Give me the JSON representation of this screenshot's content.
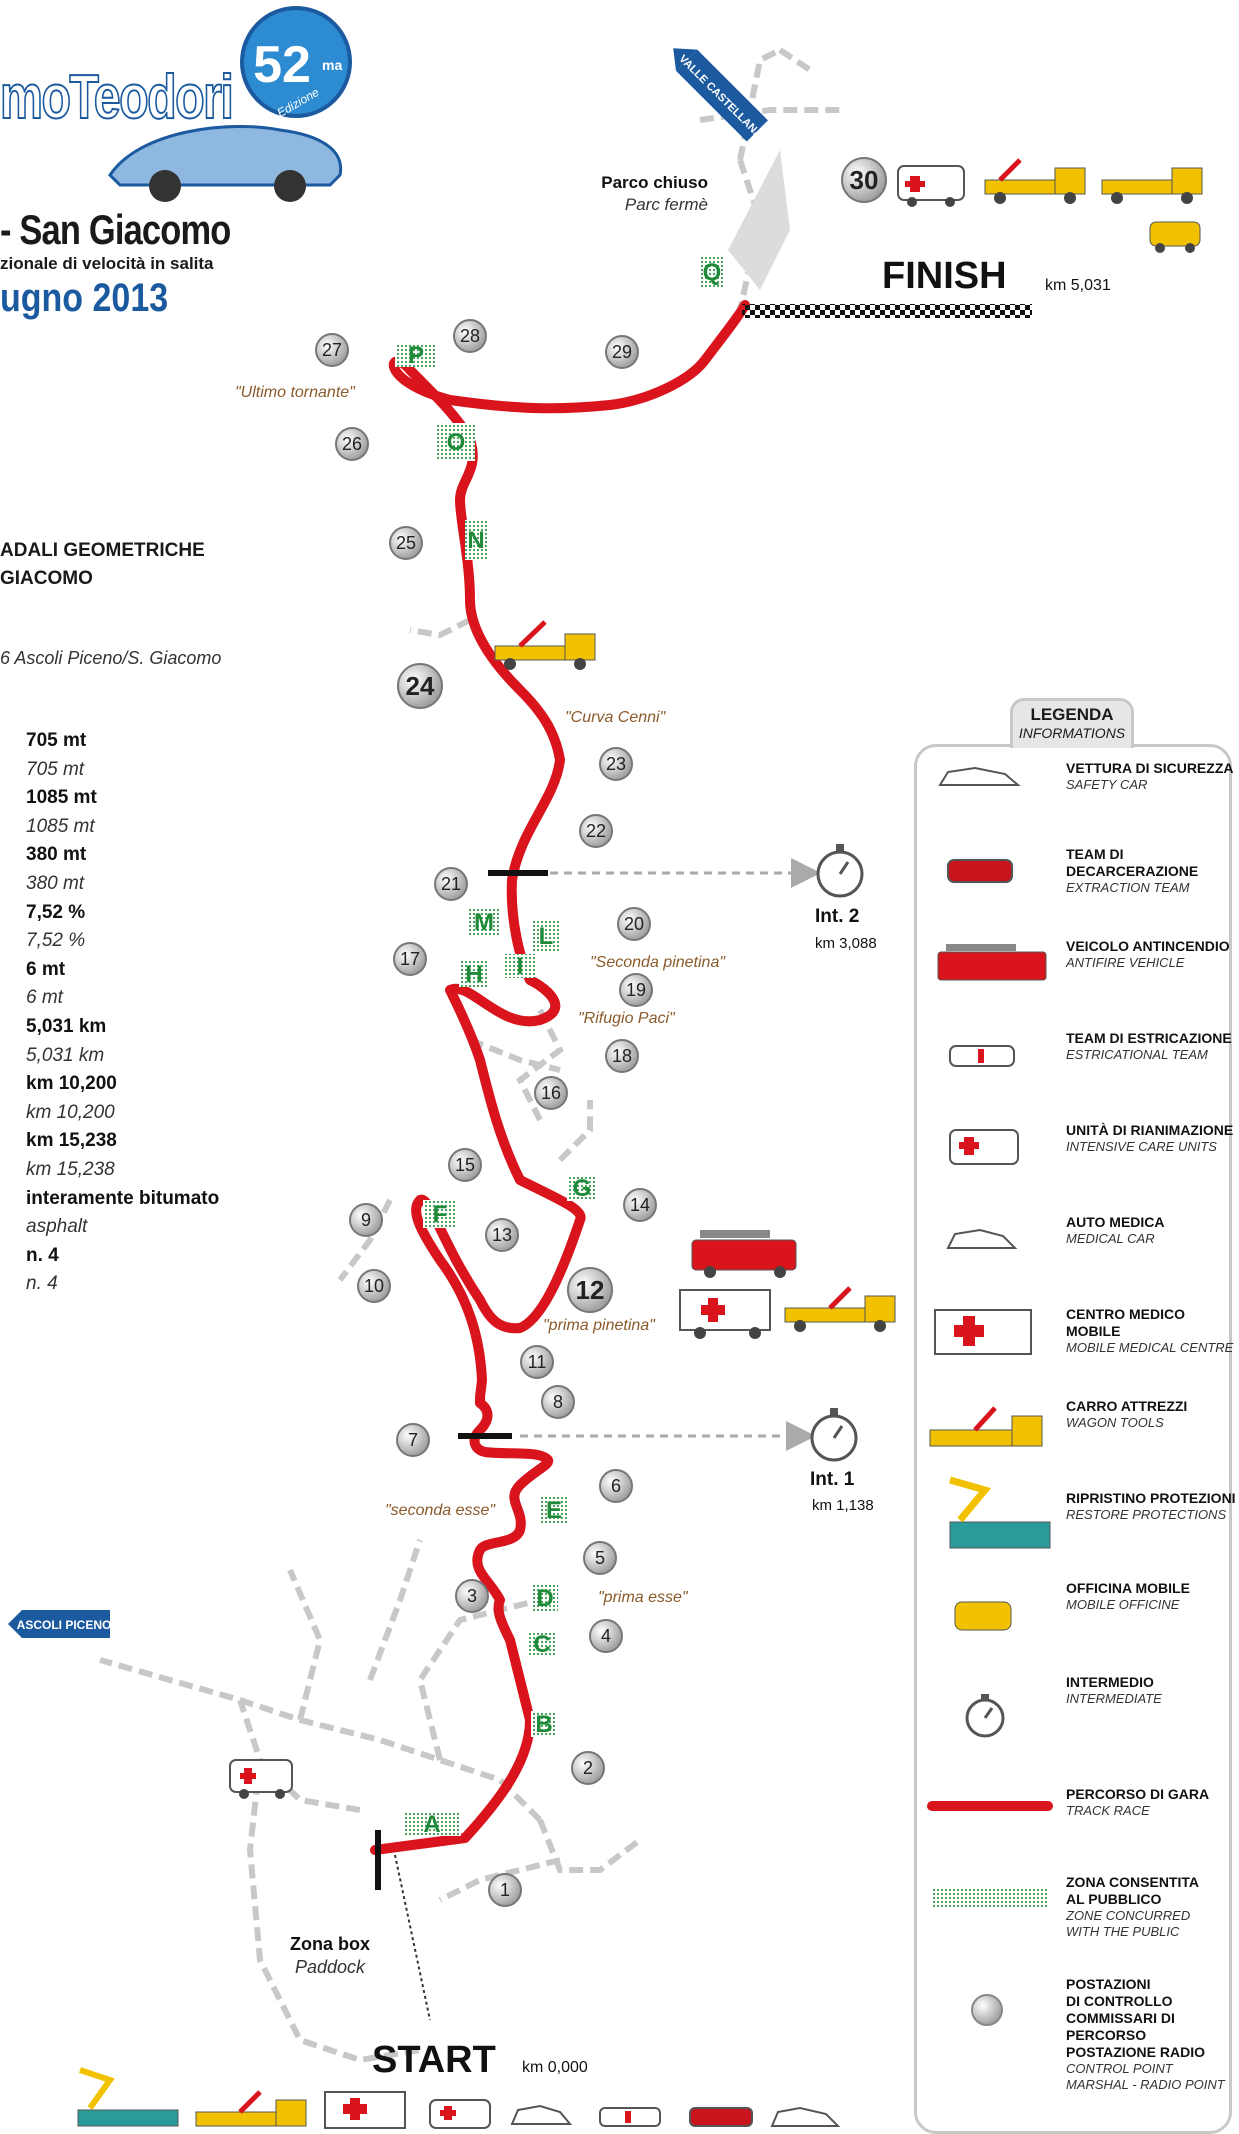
{
  "header": {
    "logo_text": "moTeodori",
    "badge_number": "52",
    "badge_sup": "ma",
    "badge_sub": "Edizione",
    "title_line1": "- San Giacomo",
    "title_line2": "zionale di velocità in salita",
    "title_line3": "ugno 2013"
  },
  "info": {
    "heading1": "ADALI GEOMETRICHE",
    "heading2": "GIACOMO",
    "road": "6 Ascoli Piceno/S. Giacomo"
  },
  "stats": [
    {
      "text": "705 mt",
      "style": "b"
    },
    {
      "text": "705 mt",
      "style": "i"
    },
    {
      "text": "1085 mt",
      "style": "b"
    },
    {
      "text": "1085 mt",
      "style": "i"
    },
    {
      "text": "380 mt",
      "style": "b"
    },
    {
      "text": "380 mt",
      "style": "i"
    },
    {
      "text": "7,52 %",
      "style": "b"
    },
    {
      "text": "7,52 %",
      "style": "i"
    },
    {
      "text": "6 mt",
      "style": "b"
    },
    {
      "text": "6 mt",
      "style": "i"
    },
    {
      "text": "5,031 km",
      "style": "b"
    },
    {
      "text": "5,031 km",
      "style": "i"
    },
    {
      "text": "km 10,200",
      "style": "b"
    },
    {
      "text": "km 10,200",
      "style": "i"
    },
    {
      "text": "km 15,238",
      "style": "b"
    },
    {
      "text": "km 15,238",
      "style": "i"
    },
    {
      "text": "interamente bitumato",
      "style": "b"
    },
    {
      "text": "asphalt",
      "style": "i"
    },
    {
      "text": "n. 4",
      "style": "b"
    },
    {
      "text": "n. 4",
      "style": "i"
    }
  ],
  "map": {
    "start_label": "START",
    "start_km": "km 0,000",
    "finish_label": "FINISH",
    "finish_km": "km 5,031",
    "parco_label": "Parco chiuso",
    "parco_sub": "Parc fermè",
    "paddock_label": "Zona box",
    "paddock_sub": "Paddock",
    "sign_valle": "VALLE CASTELLANA",
    "sign_ascoli": "ASCOLI PICENO",
    "int1_label": "Int. 1",
    "int1_km": "km 1,138",
    "int2_label": "Int. 2",
    "int2_km": "km 3,088",
    "curves": [
      {
        "id": "ultimo-tornante",
        "text": "\"Ultimo tornante\""
      },
      {
        "id": "curva-cenni",
        "text": "\"Curva Cenni\""
      },
      {
        "id": "seconda-pinetina",
        "text": "\"Seconda pinetina\""
      },
      {
        "id": "rifugio-paci",
        "text": "\"Rifugio Paci\""
      },
      {
        "id": "prima-pinetina",
        "text": "\"prima pinetina\""
      },
      {
        "id": "seconda-esse",
        "text": "\"seconda esse\""
      },
      {
        "id": "prima-esse",
        "text": "\"prima esse\""
      }
    ],
    "posts": [
      "1",
      "2",
      "3",
      "4",
      "5",
      "6",
      "7",
      "8",
      "9",
      "10",
      "11",
      "12",
      "13",
      "14",
      "15",
      "16",
      "17",
      "18",
      "19",
      "20",
      "21",
      "22",
      "23",
      "24",
      "25",
      "26",
      "27",
      "28",
      "29",
      "30"
    ],
    "zones": [
      "A",
      "B",
      "C",
      "D",
      "E",
      "F",
      "G",
      "H",
      "I",
      "L",
      "M",
      "N",
      "O",
      "P",
      "Q"
    ]
  },
  "legend": {
    "tab_title": "LEGENDA",
    "tab_sub": "INFORMATIONS",
    "items": [
      {
        "icon": "safety-car-icon",
        "it": "VETTURA DI SICUREZZA",
        "en": "SAFETY CAR"
      },
      {
        "icon": "extraction-team-icon",
        "it": "TEAM DI DECARCERAZIONE",
        "en": "EXTRACTION TEAM"
      },
      {
        "icon": "fire-truck-icon",
        "it": "VEICOLO ANTINCENDIO",
        "en": "ANTIFIRE VEHICLE"
      },
      {
        "icon": "estrication-team-icon",
        "it": "TEAM DI ESTRICAZIONE",
        "en": "ESTRICATIONAL TEAM"
      },
      {
        "icon": "ambulance-icon",
        "it": "UNITÀ DI RIANIMAZIONE",
        "en": "INTENSIVE CARE UNITS"
      },
      {
        "icon": "medical-car-icon",
        "it": "AUTO MEDICA",
        "en": "MEDICAL CAR"
      },
      {
        "icon": "mobile-medical-centre-icon",
        "it": "CENTRO MEDICO MOBILE",
        "en": "MOBILE MEDICAL CENTRE"
      },
      {
        "icon": "tow-truck-icon",
        "it": "CARRO ATTREZZI",
        "en": "WAGON TOOLS"
      },
      {
        "icon": "excavator-icon",
        "it": "RIPRISTINO PROTEZIONI",
        "en": "RESTORE PROTECTIONS"
      },
      {
        "icon": "mobile-workshop-van-icon",
        "it": "OFFICINA MOBILE",
        "en": "MOBILE OFFICINE"
      },
      {
        "icon": "stopwatch-icon",
        "it": "INTERMEDIO",
        "en": "INTERMEDIATE"
      },
      {
        "icon": "race-track-line-icon",
        "it": "PERCORSO DI GARA",
        "en": "TRACK RACE"
      },
      {
        "icon": "public-zone-icon",
        "it": "ZONA CONSENTITA\nAL PUBBLICO",
        "en": "ZONE CONCURRED\nWITH THE PUBLIC"
      },
      {
        "icon": "control-point-icon",
        "it": "POSTAZIONI\nDI CONTROLLO\nCOMMISSARI DI PERCORSO\nPOSTAZIONE RADIO",
        "en": "CONTROL POINT\nMARSHAL - RADIO POINT"
      }
    ]
  },
  "colors": {
    "track": "#d9141c",
    "zone": "#1f8a3a",
    "brand_blue": "#1c5aa0",
    "curve_text": "#8a5a2a",
    "road_grey": "#c8c8c8"
  }
}
